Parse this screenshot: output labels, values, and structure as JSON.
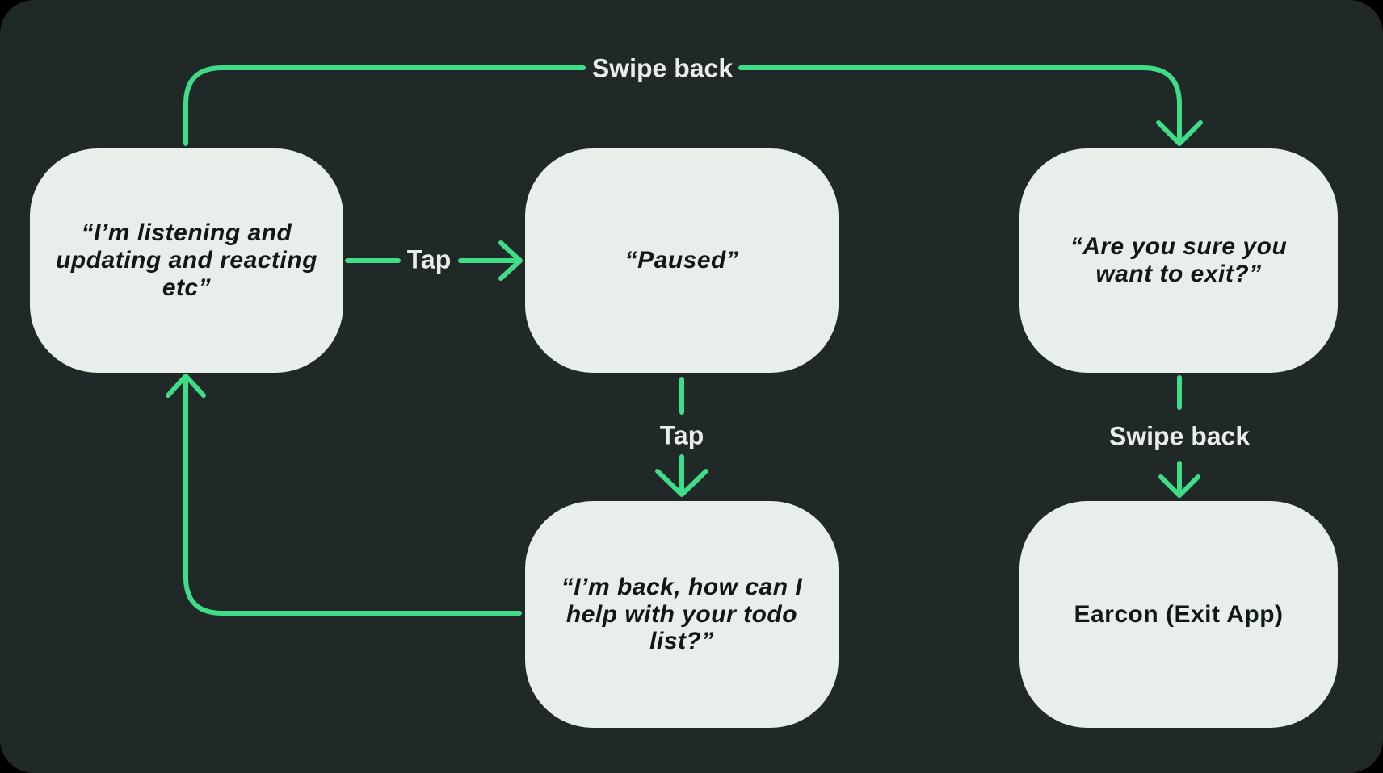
{
  "diagram": {
    "type": "flowchart",
    "nodes": [
      {
        "id": "listening",
        "text": "“I’m listening and\nupdating and reacting\netc”",
        "style": "quote"
      },
      {
        "id": "paused",
        "text": "“Paused”",
        "style": "quote"
      },
      {
        "id": "exit-confirm",
        "text": "“Are you sure you\nwant to exit?”",
        "style": "quote"
      },
      {
        "id": "back",
        "text": "“I’m back, how can I\nhelp with your todo\nlist?”",
        "style": "quote"
      },
      {
        "id": "earcon",
        "text": "Earcon (Exit App)",
        "style": "plain"
      }
    ],
    "edges": [
      {
        "label": "Swipe back",
        "from": "listening",
        "to": "exit-confirm"
      },
      {
        "label": "Tap",
        "from": "listening",
        "to": "paused"
      },
      {
        "label": "Tap",
        "from": "paused",
        "to": "back"
      },
      {
        "label": "Swipe back",
        "from": "exit-confirm",
        "to": "earcon"
      },
      {
        "label": "",
        "from": "back",
        "to": "listening"
      }
    ],
    "colors": {
      "page": "#000000",
      "background_panel": "#212928",
      "node_fill": "#E8EFEB",
      "node_text": "#101815",
      "accent_green": "#3FDD87",
      "label_text": "#E9EEEC"
    }
  }
}
